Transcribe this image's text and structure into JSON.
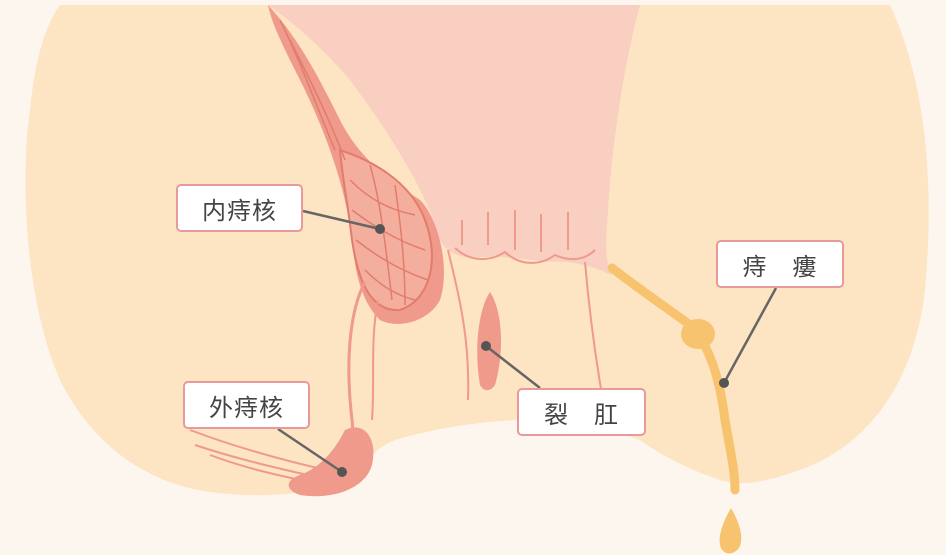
{
  "labels": {
    "internal_hemorrhoid": "内痔核",
    "anal_fistula": "痔　瘻",
    "external_hemorrhoid": "外痔核",
    "anal_fissure": "裂　肛"
  },
  "colors": {
    "background": "#fdf6ee",
    "skin": "#fde4c2",
    "rectum": "#f8cfc0",
    "lesion": "#ef9a8a",
    "lesion_dark": "#e27c6c",
    "fistula": "#f7c36e",
    "label_border": "#e89a9a",
    "leader_line": "#666666"
  }
}
